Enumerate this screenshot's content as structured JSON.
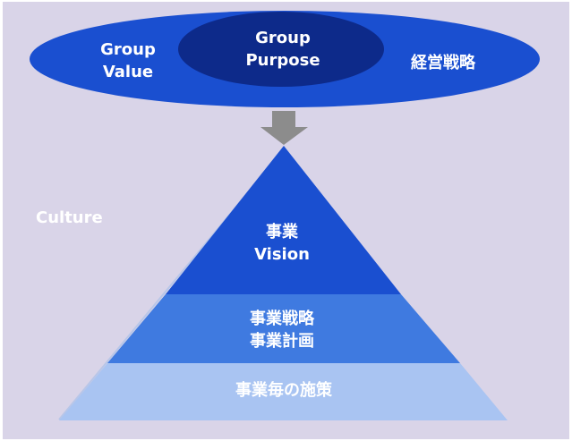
{
  "outer_ellipse": {
    "left_line1": "Group",
    "left_line2": "Value",
    "right_text": "経営戦略"
  },
  "inner_ellipse": {
    "line1": "Group",
    "line2": "Purpose"
  },
  "side_label": "Culture",
  "pyramid": {
    "top": {
      "line1": "事業",
      "line2": "Vision"
    },
    "middle": {
      "line1": "事業戦略",
      "line2": "事業計画"
    },
    "bottom": {
      "line1": "事業毎の施策"
    }
  },
  "colors": {
    "background": "#d9d4e8",
    "outer_ellipse": "#1a4fd0",
    "inner_ellipse": "#0d2a8a",
    "arrow": "#8c8c8c",
    "pyramid_top": "#1a4fd0",
    "pyramid_middle": "#3f7ae0",
    "pyramid_bottom": "#a9c4f2"
  }
}
